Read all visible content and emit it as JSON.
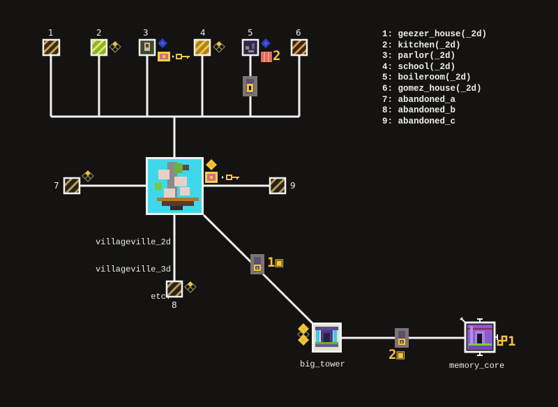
{
  "title": "Fez village world map",
  "colors": {
    "background": "#141311",
    "line": "#f2f2f2",
    "gold": "#f3c437",
    "cube_outline": "#8e8a5a",
    "anti_cube": "#2f3fbf",
    "chest": "#f0d040",
    "door": "#7a7070"
  },
  "top_rooms": [
    {
      "index": "1",
      "name": "geezer_house(_2d)",
      "cubes": null
    },
    {
      "index": "2",
      "name": "kitchen(_2d)",
      "cubes": "1 of 4 cube bits"
    },
    {
      "index": "3",
      "name": "parlor(_2d)",
      "cubes": "anti-cube + chest with key"
    },
    {
      "index": "4",
      "name": "school(_2d)",
      "cubes": "1 of 4 cube bits"
    },
    {
      "index": "5",
      "name": "boileroom(_2d)",
      "cubes": "anti-cube + map, 2"
    },
    {
      "index": "6",
      "name": "gomez_house(_2d)",
      "cubes": null
    }
  ],
  "side_rooms": [
    {
      "index": "7",
      "name": "abandoned_a"
    },
    {
      "index": "8",
      "name": "abandoned_b"
    },
    {
      "index": "9",
      "name": "abandoned_c"
    }
  ],
  "legend": [
    "1: geezer_house(_2d)",
    "2: kitchen(_2d)",
    "3: parlor(_2d)",
    "4: school(_2d)",
    "5: boileroom(_2d)",
    "6: gomez_house(_2d)",
    "7: abandoned_a",
    "8: abandoned_b",
    "9: abandoned_c"
  ],
  "hub": {
    "labels": [
      "villageville_2d",
      "villageville_3d",
      "etc."
    ]
  },
  "big_tower": {
    "label": "big_tower"
  },
  "memory_core": {
    "label": "memory_core",
    "counter": "1"
  },
  "doors": {
    "hub_to_tower": "1",
    "tower_to_core": "2"
  },
  "boileroom_counter": "2"
}
